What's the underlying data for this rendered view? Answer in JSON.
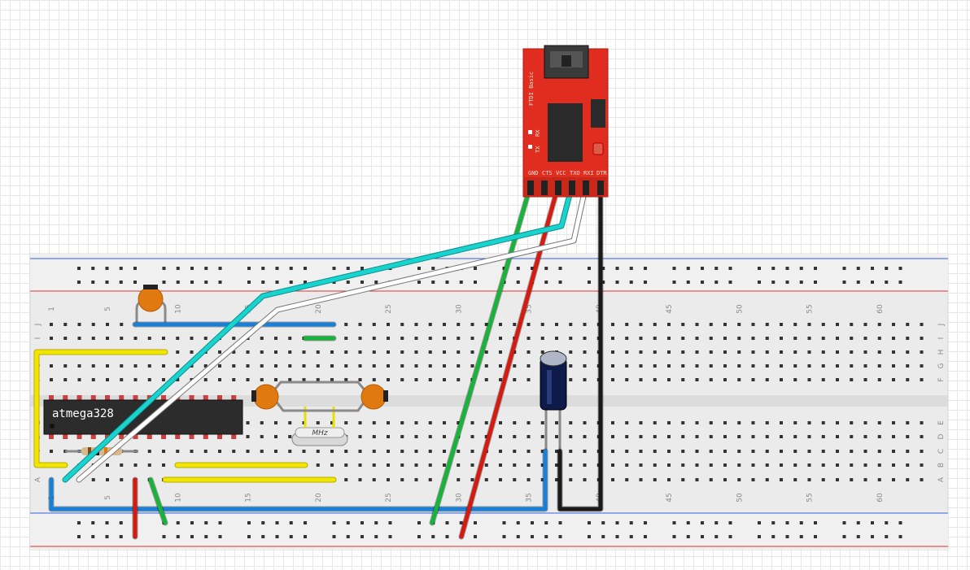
{
  "components": {
    "microcontroller": "atmega328",
    "crystal_label": "MHz",
    "ftdi": {
      "title": "FTDI Basic",
      "led_labels": [
        "TX",
        "RX"
      ],
      "pins": [
        "GND",
        "CTS",
        "VCC",
        "TXO",
        "RXI",
        "DTR"
      ]
    }
  },
  "breadboard": {
    "column_numbers": [
      "1",
      "5",
      "10",
      "15",
      "20",
      "25",
      "30",
      "35",
      "40",
      "45",
      "50",
      "55",
      "60"
    ],
    "row_letters_top": [
      "J",
      "I",
      "H",
      "G",
      "F"
    ],
    "row_letters_bottom": [
      "E",
      "D",
      "C",
      "B",
      "A"
    ]
  },
  "colors": {
    "wire_blue": "#1a7fd6",
    "wire_cyan": "#19d3cf",
    "wire_white": "#ffffff",
    "wire_green": "#17b33a",
    "wire_red": "#d61a10",
    "wire_black": "#1a1a1a",
    "wire_yellow": "#f2e600",
    "ftdi_board": "#e02d1f",
    "ceramic_cap": "#e07a10",
    "rail_red": "#e03030",
    "rail_blue": "#3060e0"
  }
}
